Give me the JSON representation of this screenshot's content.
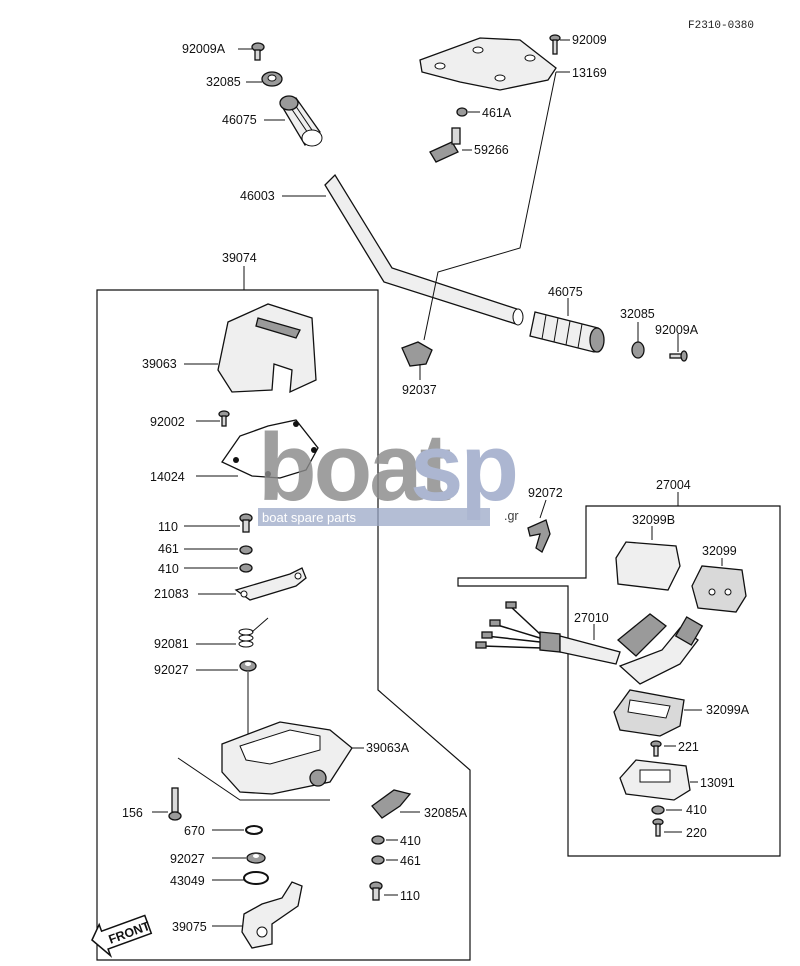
{
  "diagram_code": "F2310-0380",
  "watermark": {
    "word_a": "boat",
    "word_b": "sp",
    "suffix": ".gr",
    "tagline": "boat spare parts"
  },
  "front_label": "FRONT",
  "labels": {
    "p92009A_top": "92009A",
    "p32085_top": "32085",
    "p46075_top": "46075",
    "p92009_top": "92009",
    "p13169": "13169",
    "p461A": "461A",
    "p59266": "59266",
    "p46003": "46003",
    "p39074": "39074",
    "p46075_right": "46075",
    "p32085_right": "32085",
    "p92009A_right": "92009A",
    "p92037": "92037",
    "p39063": "39063",
    "p92002": "92002",
    "p14024": "14024",
    "p110_upper": "110",
    "p461_upper": "461",
    "p410_upper": "410",
    "p21083": "21083",
    "p92081": "92081",
    "p92027_upper": "92027",
    "p39063A": "39063A",
    "p156": "156",
    "p670": "670",
    "p92027_lower": "92027",
    "p43049": "43049",
    "p39075": "39075",
    "p32085A": "32085A",
    "p410_lower": "410",
    "p461_lower": "461",
    "p110_lower": "110",
    "p92072": "92072",
    "p27004": "27004",
    "p32099B": "32099B",
    "p32099": "32099",
    "p27010": "27010",
    "p32099A": "32099A",
    "p221": "221",
    "p13091": "13091",
    "p410_right": "410",
    "p220": "220"
  }
}
